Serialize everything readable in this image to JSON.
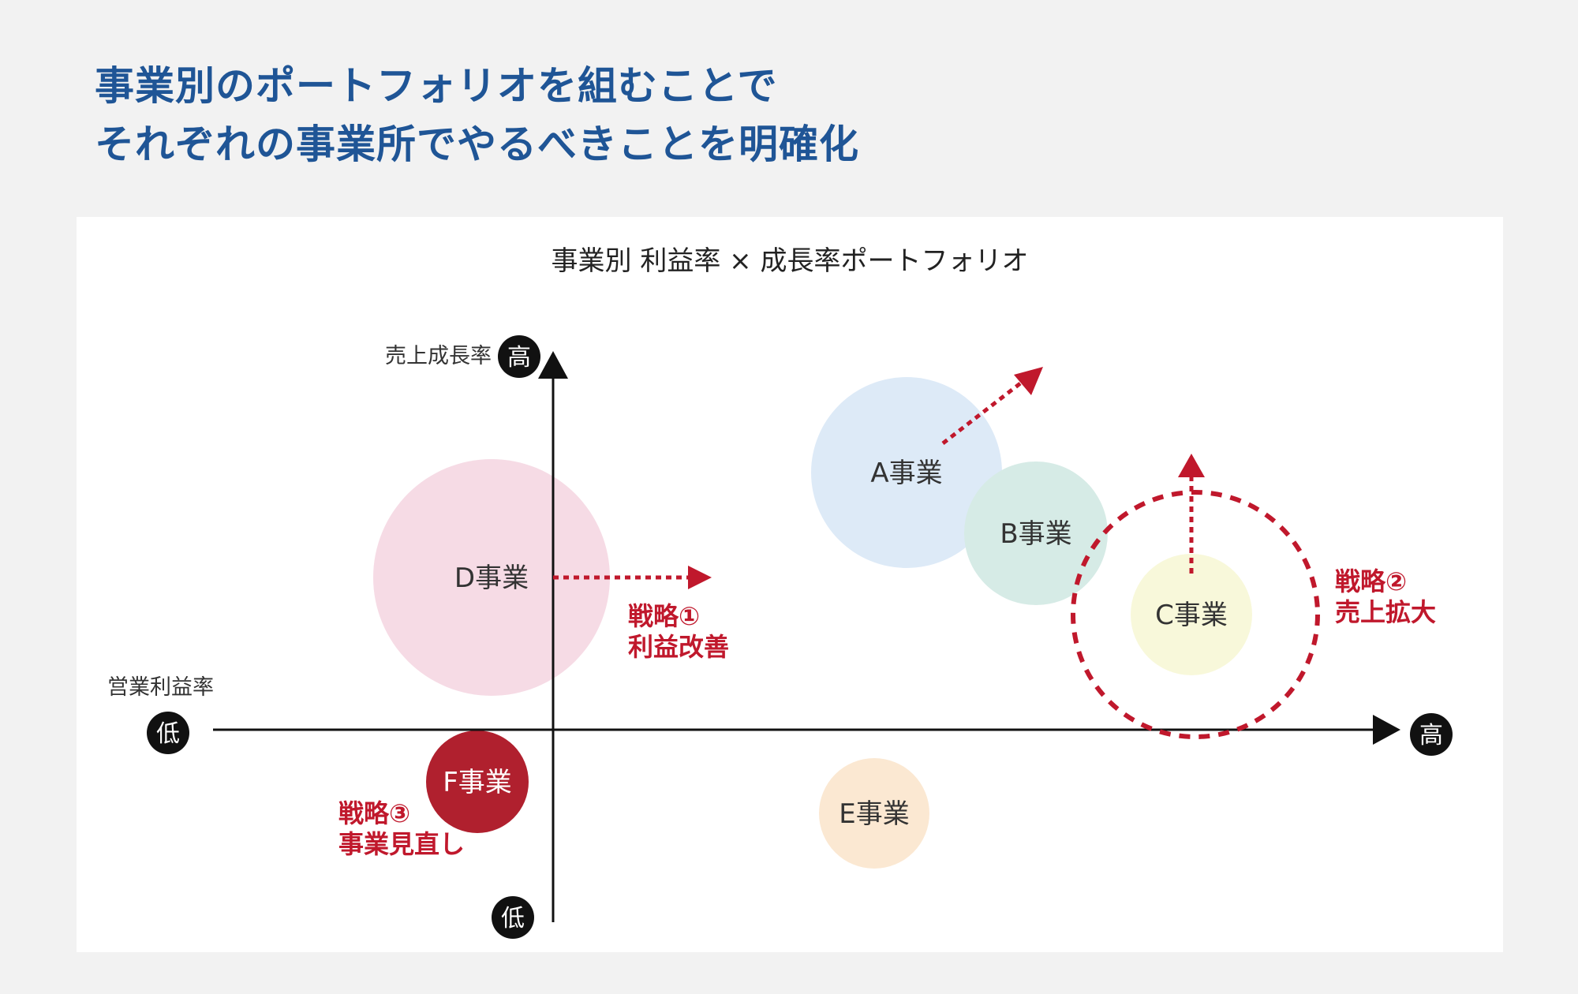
{
  "headline": {
    "line1": "事業別のポートフォリオを組むことで",
    "line2": "それぞれの事業所でやるべきことを明確化"
  },
  "diagram": {
    "title": "事業別  利益率 × 成長率ポートフォリオ",
    "y_axis": {
      "label": "売上成長率",
      "high": "高",
      "low": "低"
    },
    "x_axis": {
      "label": "営業利益率",
      "high": "高",
      "low": "低"
    },
    "businesses": {
      "a": {
        "label": "A事業",
        "color": "#ddeaf7"
      },
      "b": {
        "label": "B事業",
        "color": "#d6ebe6"
      },
      "c": {
        "label": "C事業",
        "color": "#f8f8da"
      },
      "d": {
        "label": "D事業",
        "color": "#f6dbe5"
      },
      "e": {
        "label": "E事業",
        "color": "#fbe8d2"
      },
      "f": {
        "label": "F事業",
        "color": "#b0202e"
      }
    },
    "strategies": {
      "s1": {
        "line1": "戦略①",
        "line2": "利益改善"
      },
      "s2": {
        "line1": "戦略②",
        "line2": "売上拡大"
      },
      "s3": {
        "line1": "戦略③",
        "line2": "事業見直し"
      }
    },
    "colors": {
      "accent": "#c0182c",
      "axis": "#111111",
      "text": "#333333",
      "title": "#1f5596"
    }
  }
}
